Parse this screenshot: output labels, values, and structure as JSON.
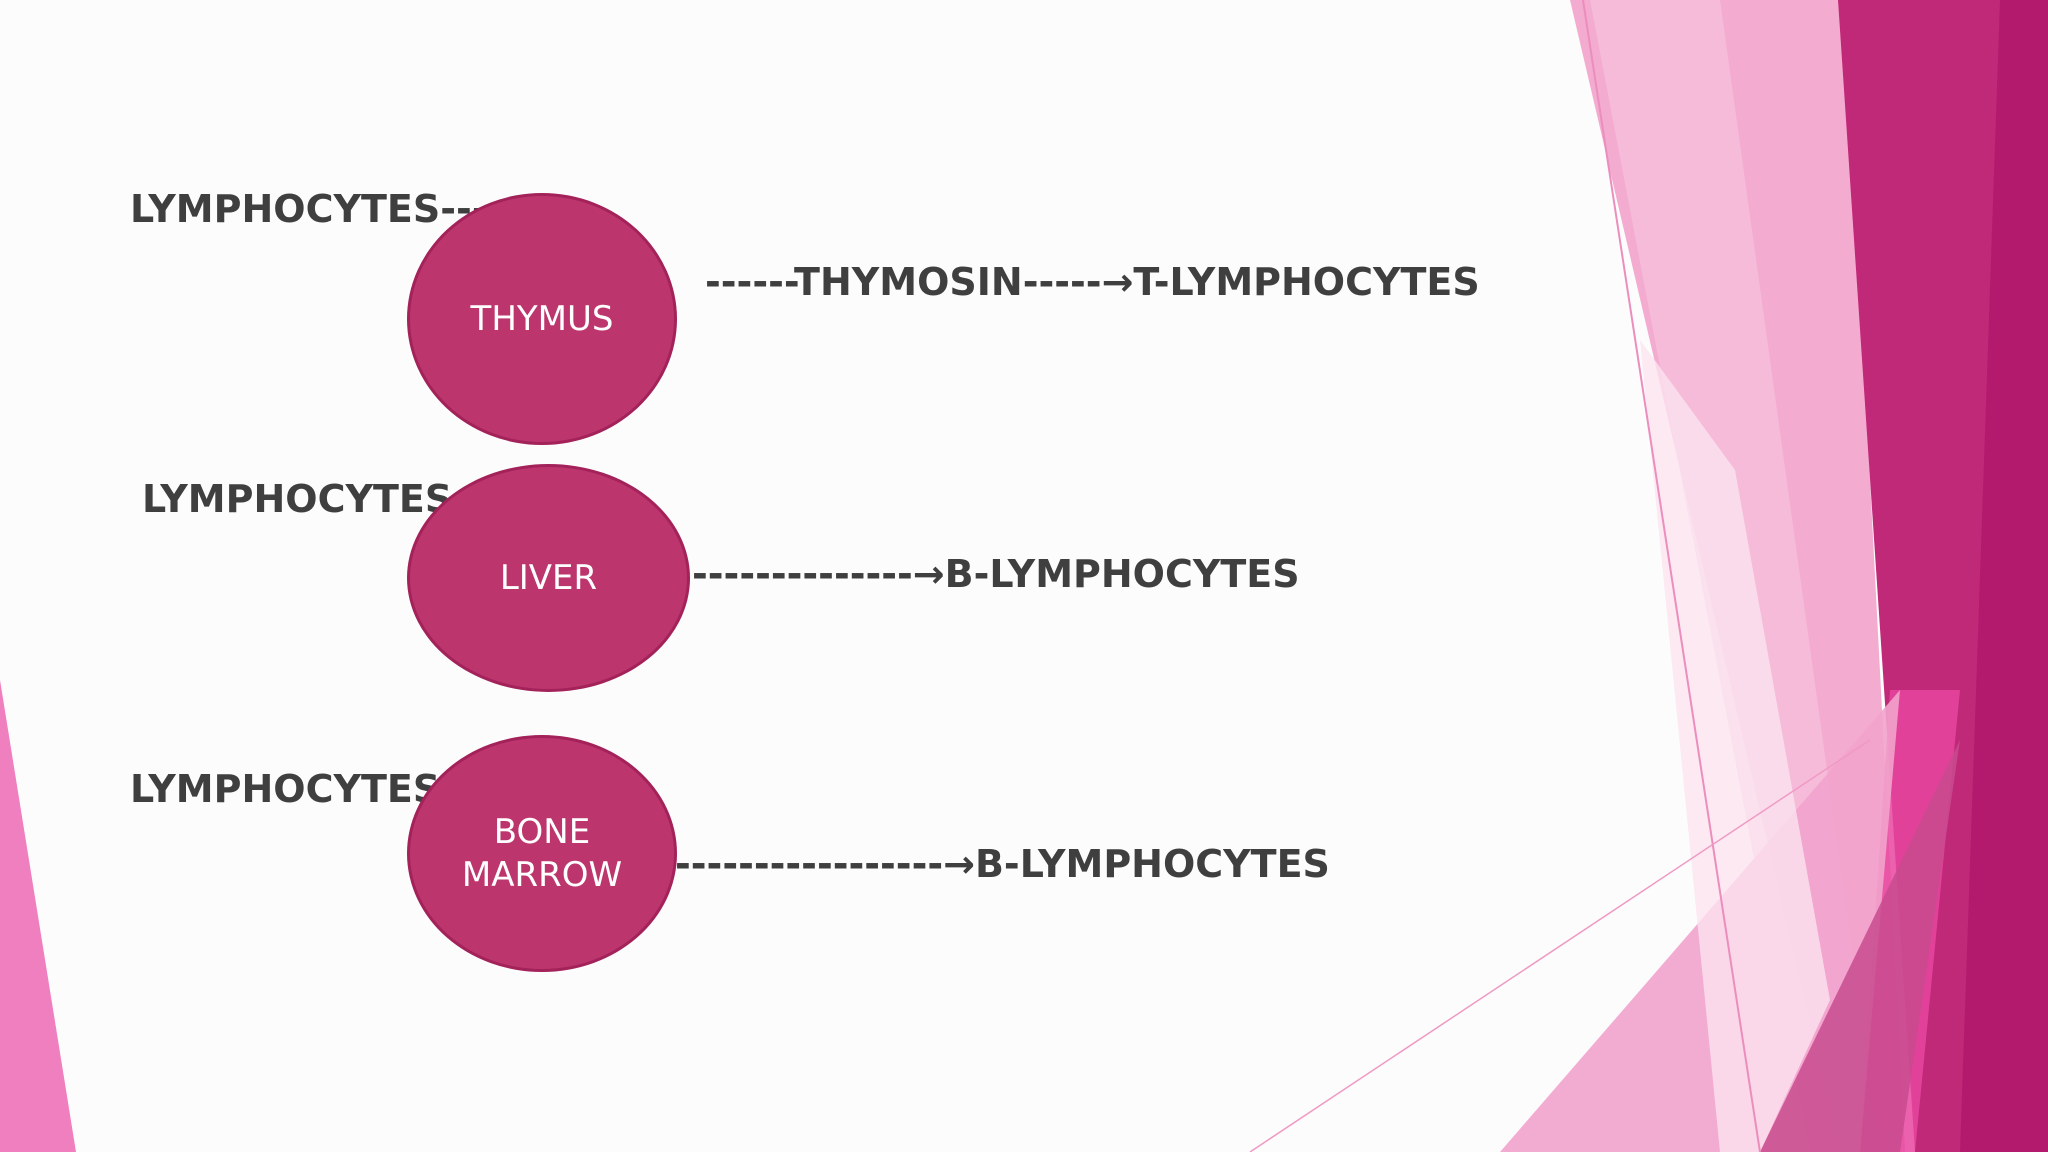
{
  "colors": {
    "node_fill": "#bd356d",
    "node_border": "#a3225a",
    "text": "#3f3f3f",
    "accent": "#c21f74"
  },
  "rows": [
    {
      "source": "LYMPHOCYTES--→",
      "organ": [
        "THYMUS"
      ],
      "flow": "------THYMOSIN-----→T-LYMPHOCYTES"
    },
    {
      "source": "LYMPHOCYTES→",
      "organ": [
        "LIVER"
      ],
      "flow": "--------------→B-LYMPHOCYTES"
    },
    {
      "source": "LYMPHOCYTES-→",
      "organ": [
        "BONE",
        "MARROW"
      ],
      "flow": "-----------------→B-LYMPHOCYTES"
    }
  ]
}
